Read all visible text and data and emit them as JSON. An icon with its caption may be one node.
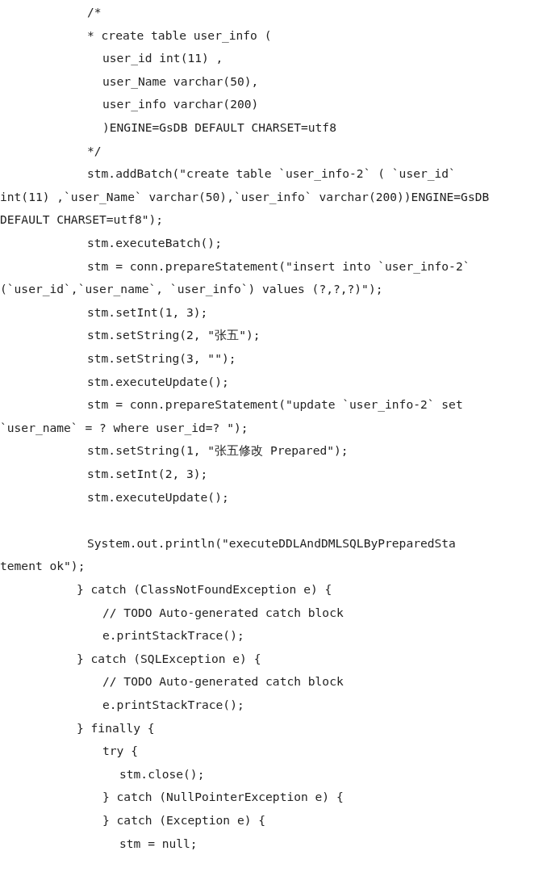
{
  "diagram": {
    "labels": [
      "/*",
      "* create table user_info (",
      "user_id int(11) ,",
      "user_Name varchar(50),",
      "user_info varchar(200)",
      ")ENGINE=GsDB DEFAULT CHARSET=utf8",
      "*/",
      "stm.addBatch(\"create table `user_info-2` ( `user_id`",
      "int(11) ,`user_Name` varchar(50),`user_info` varchar(200))ENGINE=GsDB",
      "DEFAULT CHARSET=utf8\");",
      "stm.executeBatch();",
      "stm = conn.prepareStatement(\"insert into `user_info-2`",
      "(`user_id`,`user_name`, `user_info`) values (?,?,?)\");",
      "stm.setInt(1, 3);",
      "stm.setString(2, \"张五\");",
      "stm.setString(3, \"\");",
      "stm.executeUpdate();",
      "stm = conn.prepareStatement(\"update `user_info-2` set",
      "`user_name` = ? where user_id=? \");",
      "stm.setString(1, \"张五修改 Prepared\");",
      "stm.setInt(2, 3);",
      "stm.executeUpdate();",
      "System.out.println(\"executeDDLAndDMLSQLByPreparedSta",
      "tement ok\");",
      "} catch (ClassNotFoundException e) {",
      "// TODO Auto-generated catch block",
      "e.printStackTrace();",
      "} catch (SQLException e) {",
      "// TODO Auto-generated catch block",
      "e.printStackTrace();",
      "} finally {",
      "try {",
      "stm.close();",
      "} catch (NullPointerException e) {",
      "} catch (Exception e) {",
      "stm = null;"
    ]
  }
}
